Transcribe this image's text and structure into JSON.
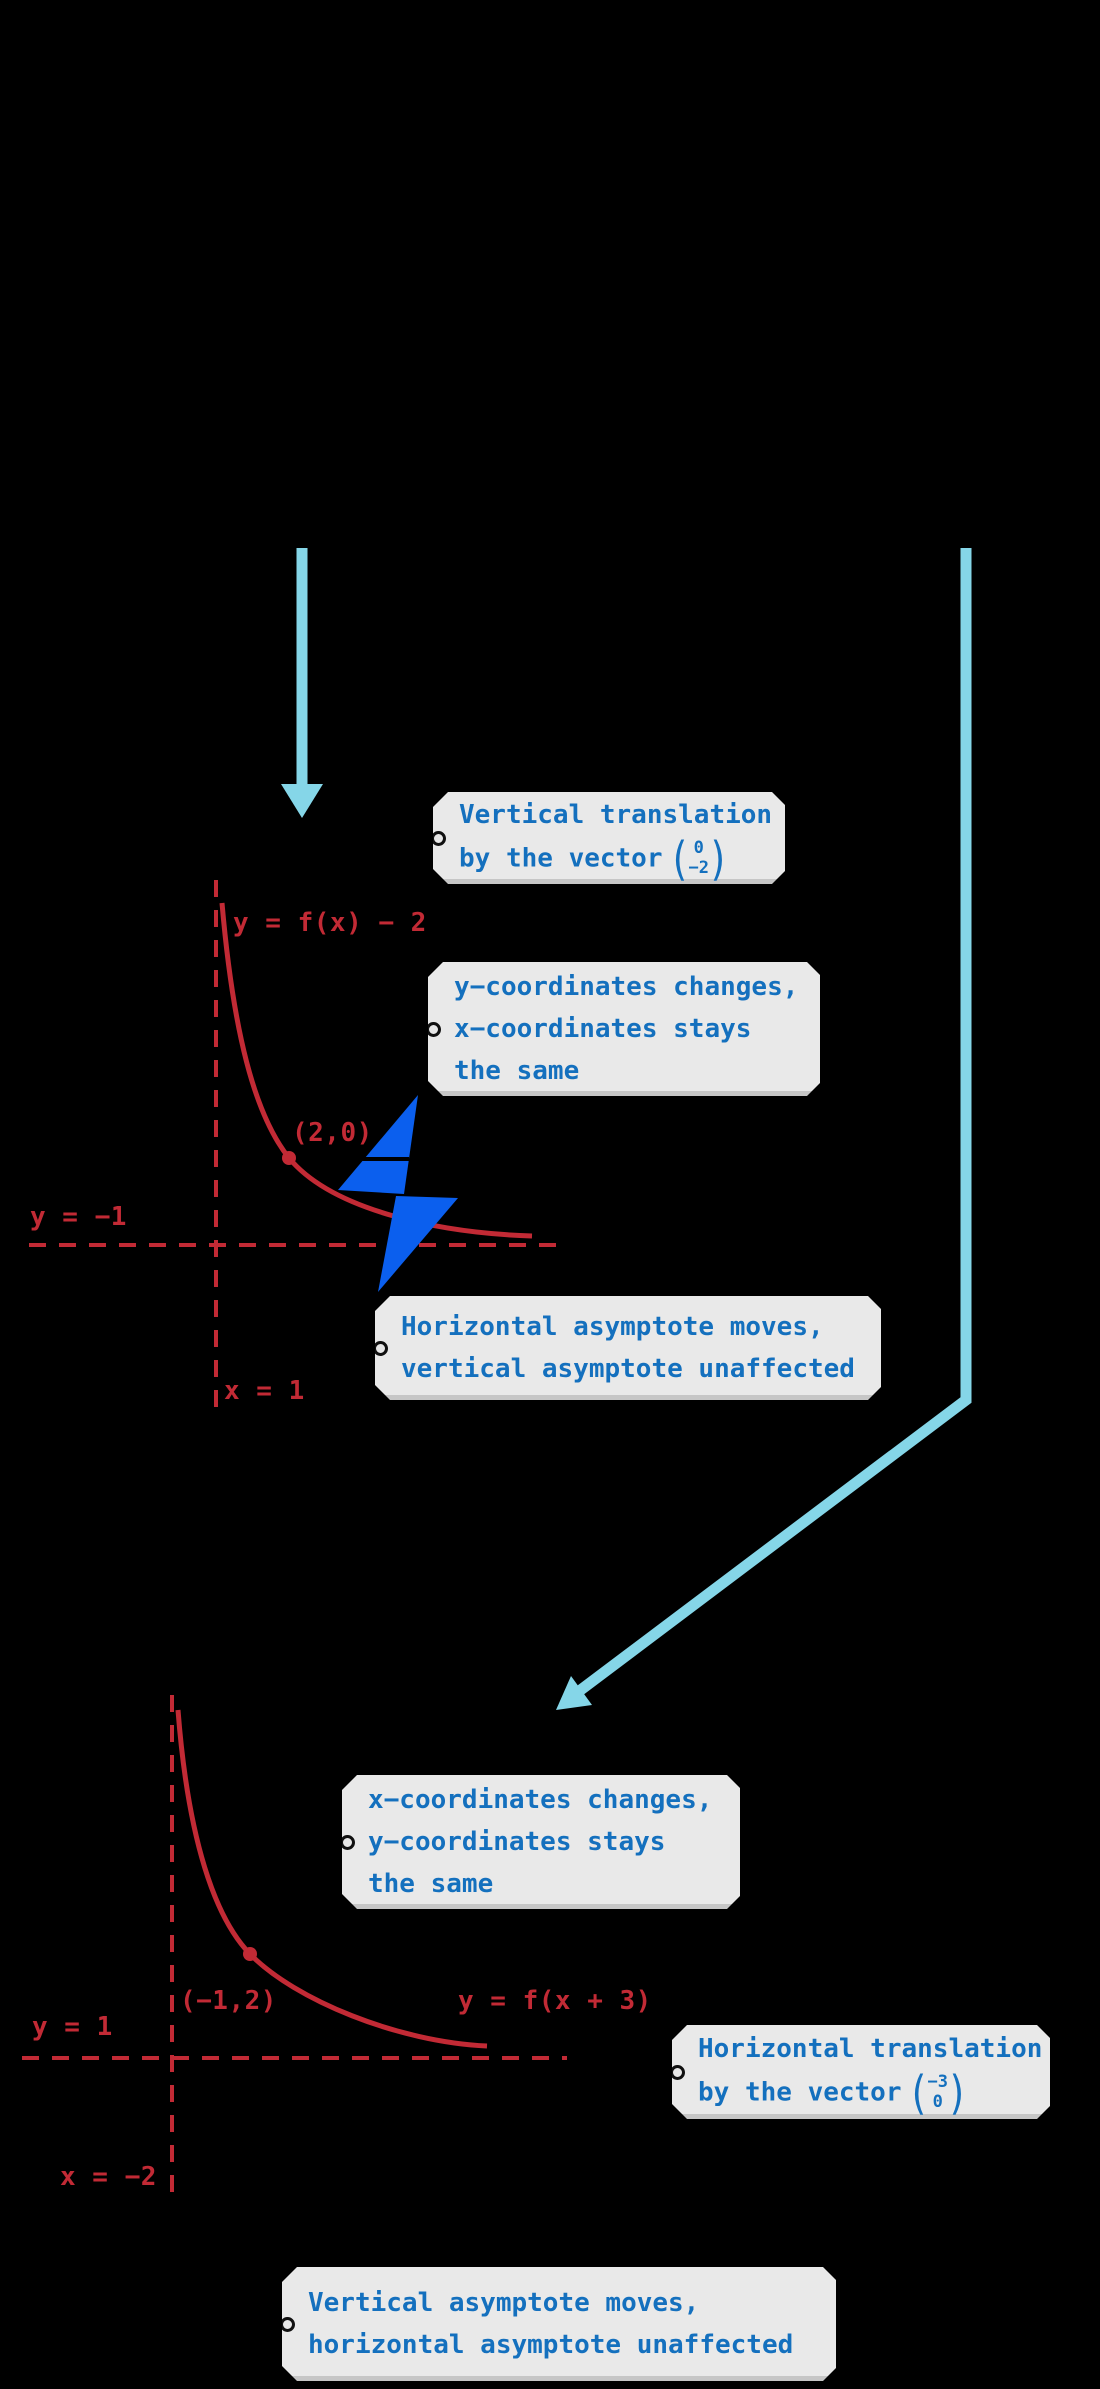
{
  "figure": {
    "background": "#000000",
    "colors": {
      "curve_red": "#c22a35",
      "tag_text_blue": "#1470be",
      "bolt_blue": "#0b5fee",
      "arrow_cyan": "#85d6e8",
      "tag_background": "#e8e8e8"
    }
  },
  "graph1": {
    "curve_label": "y = f(x) − 2",
    "point_label": "(2,0)",
    "horizontal_asymptote_label": "y = −1",
    "vertical_asymptote_label": "x = 1"
  },
  "graph2": {
    "curve_label": "y = f(x + 3)",
    "point_label": "(−1,2)",
    "horizontal_asymptote_label": "y = 1",
    "vertical_asymptote_label": "x = −2"
  },
  "tags": {
    "vertical_translation": {
      "line1": "Vertical translation",
      "line2_prefix": "by the vector",
      "vector_top": "0",
      "vector_bottom": "−2"
    },
    "y_coordinates": {
      "line1": "y−coordinates changes,",
      "line2": "x−coordinates stays",
      "line3": "the same"
    },
    "horizontal_asymptote": {
      "line1": "Horizontal asymptote moves,",
      "line2": "vertical asymptote unaffected"
    },
    "x_coordinates": {
      "line1": "x−coordinates changes,",
      "line2": "y−coordinates stays",
      "line3": "the same"
    },
    "horizontal_translation": {
      "line1": "Horizontal translation",
      "line2_prefix": "by the vector",
      "vector_top": "−3",
      "vector_bottom": "0"
    },
    "vertical_asymptote": {
      "line1": "Vertical asymptote moves,",
      "line2": "horizontal asymptote unaffected"
    }
  }
}
